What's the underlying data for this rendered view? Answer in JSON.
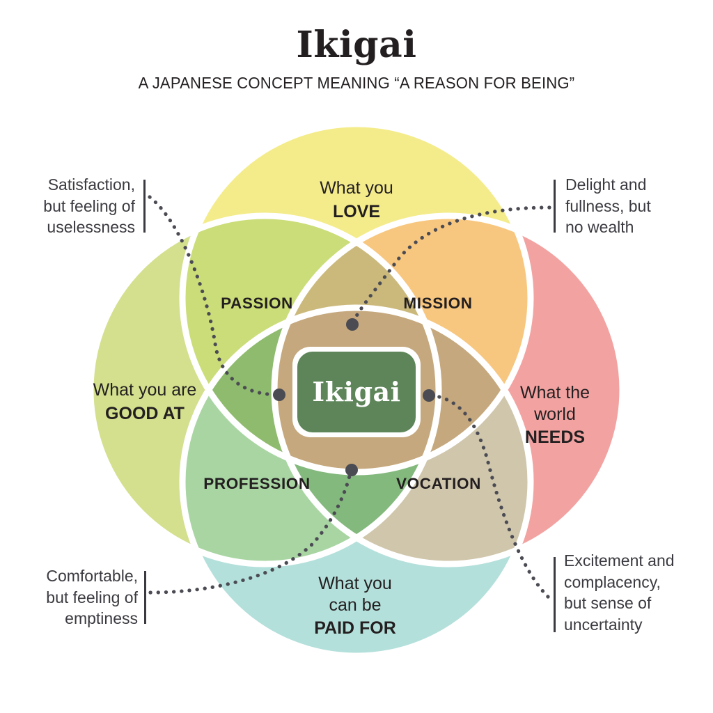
{
  "header": {
    "title": "Ikigai",
    "subtitle": "A JAPANESE CONCEPT MEANING “A REASON FOR BEING”"
  },
  "diagram": {
    "type": "venn",
    "core_label": "Ikigai",
    "circles": [
      {
        "id": "love",
        "line1": "What you",
        "line2": "",
        "bold": "LOVE",
        "color": "#f4ec8b",
        "position": "top"
      },
      {
        "id": "good_at",
        "line1": "What you are",
        "line2": "",
        "bold": "GOOD AT",
        "color": "#d4e08d",
        "position": "left"
      },
      {
        "id": "needs",
        "line1": "What the",
        "line2": "world",
        "bold": "NEEDS",
        "color": "#f2a3a1",
        "position": "right"
      },
      {
        "id": "paid",
        "line1": "What you",
        "line2": "can be",
        "bold": "PAID FOR",
        "color": "#b4e0db",
        "position": "bottom"
      }
    ],
    "overlaps": [
      {
        "id": "passion",
        "label": "PASSION",
        "color": "#cbdd78",
        "between": "LOVE + GOOD AT"
      },
      {
        "id": "mission",
        "label": "MISSION",
        "color": "#f8c77f",
        "between": "LOVE + NEEDS"
      },
      {
        "id": "profession",
        "label": "PROFESSION",
        "color": "#a9d5a3",
        "between": "GOOD AT + PAID FOR"
      },
      {
        "id": "vocation",
        "label": "VOCATION",
        "color": "#d0c6ac",
        "between": "NEEDS + PAID FOR"
      }
    ],
    "core_color": "#5d8559",
    "triple_colors": {
      "top": "#cbb97c",
      "left": "#8fbb6e",
      "right": "#c5a87d",
      "bottom": "#84b97e"
    }
  },
  "annotations": [
    {
      "id": "top-left",
      "text": "Satisfaction,\nbut feeling of\nuselessness",
      "points_to": "PASSION"
    },
    {
      "id": "top-right",
      "text": "Delight and\nfullness, but\nno wealth",
      "points_to": "MISSION"
    },
    {
      "id": "bottom-left",
      "text": "Comfortable,\nbut feeling of\nemptiness",
      "points_to": "PROFESSION"
    },
    {
      "id": "bottom-right",
      "text": "Excitement and\ncomplacency,\nbut sense of\nuncertainty",
      "points_to": "VOCATION"
    }
  ]
}
